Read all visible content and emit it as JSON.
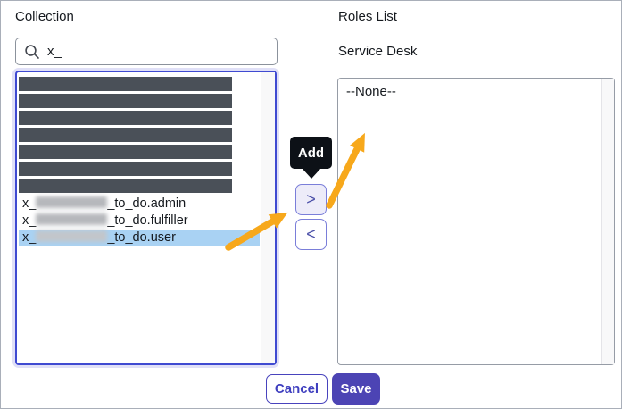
{
  "dialog": {
    "collection": {
      "label": "Collection",
      "search_value": "x_",
      "redacted_rows": 7,
      "options": [
        {
          "prefix": "x_",
          "suffix": "_to_do.admin",
          "selected": false
        },
        {
          "prefix": "x_",
          "suffix": "_to_do.fulfiller",
          "selected": false
        },
        {
          "prefix": "x_",
          "suffix": "_to_do.user",
          "selected": true
        }
      ]
    },
    "transfer": {
      "tooltip": "Add",
      "add_glyph": ">",
      "remove_glyph": "<"
    },
    "roles": {
      "title": "Roles List",
      "group": "Service Desk",
      "options": [
        "--None--"
      ]
    },
    "footer": {
      "cancel": "Cancel",
      "save": "Save"
    },
    "colors": {
      "accent": "#4C44B4",
      "focus_border": "#3F4AD1",
      "selection": "#A9D2F3",
      "annotation_arrow": "#F7A81B",
      "tooltip_bg": "#0D1117",
      "redacted_bar": "#4A5058"
    }
  }
}
